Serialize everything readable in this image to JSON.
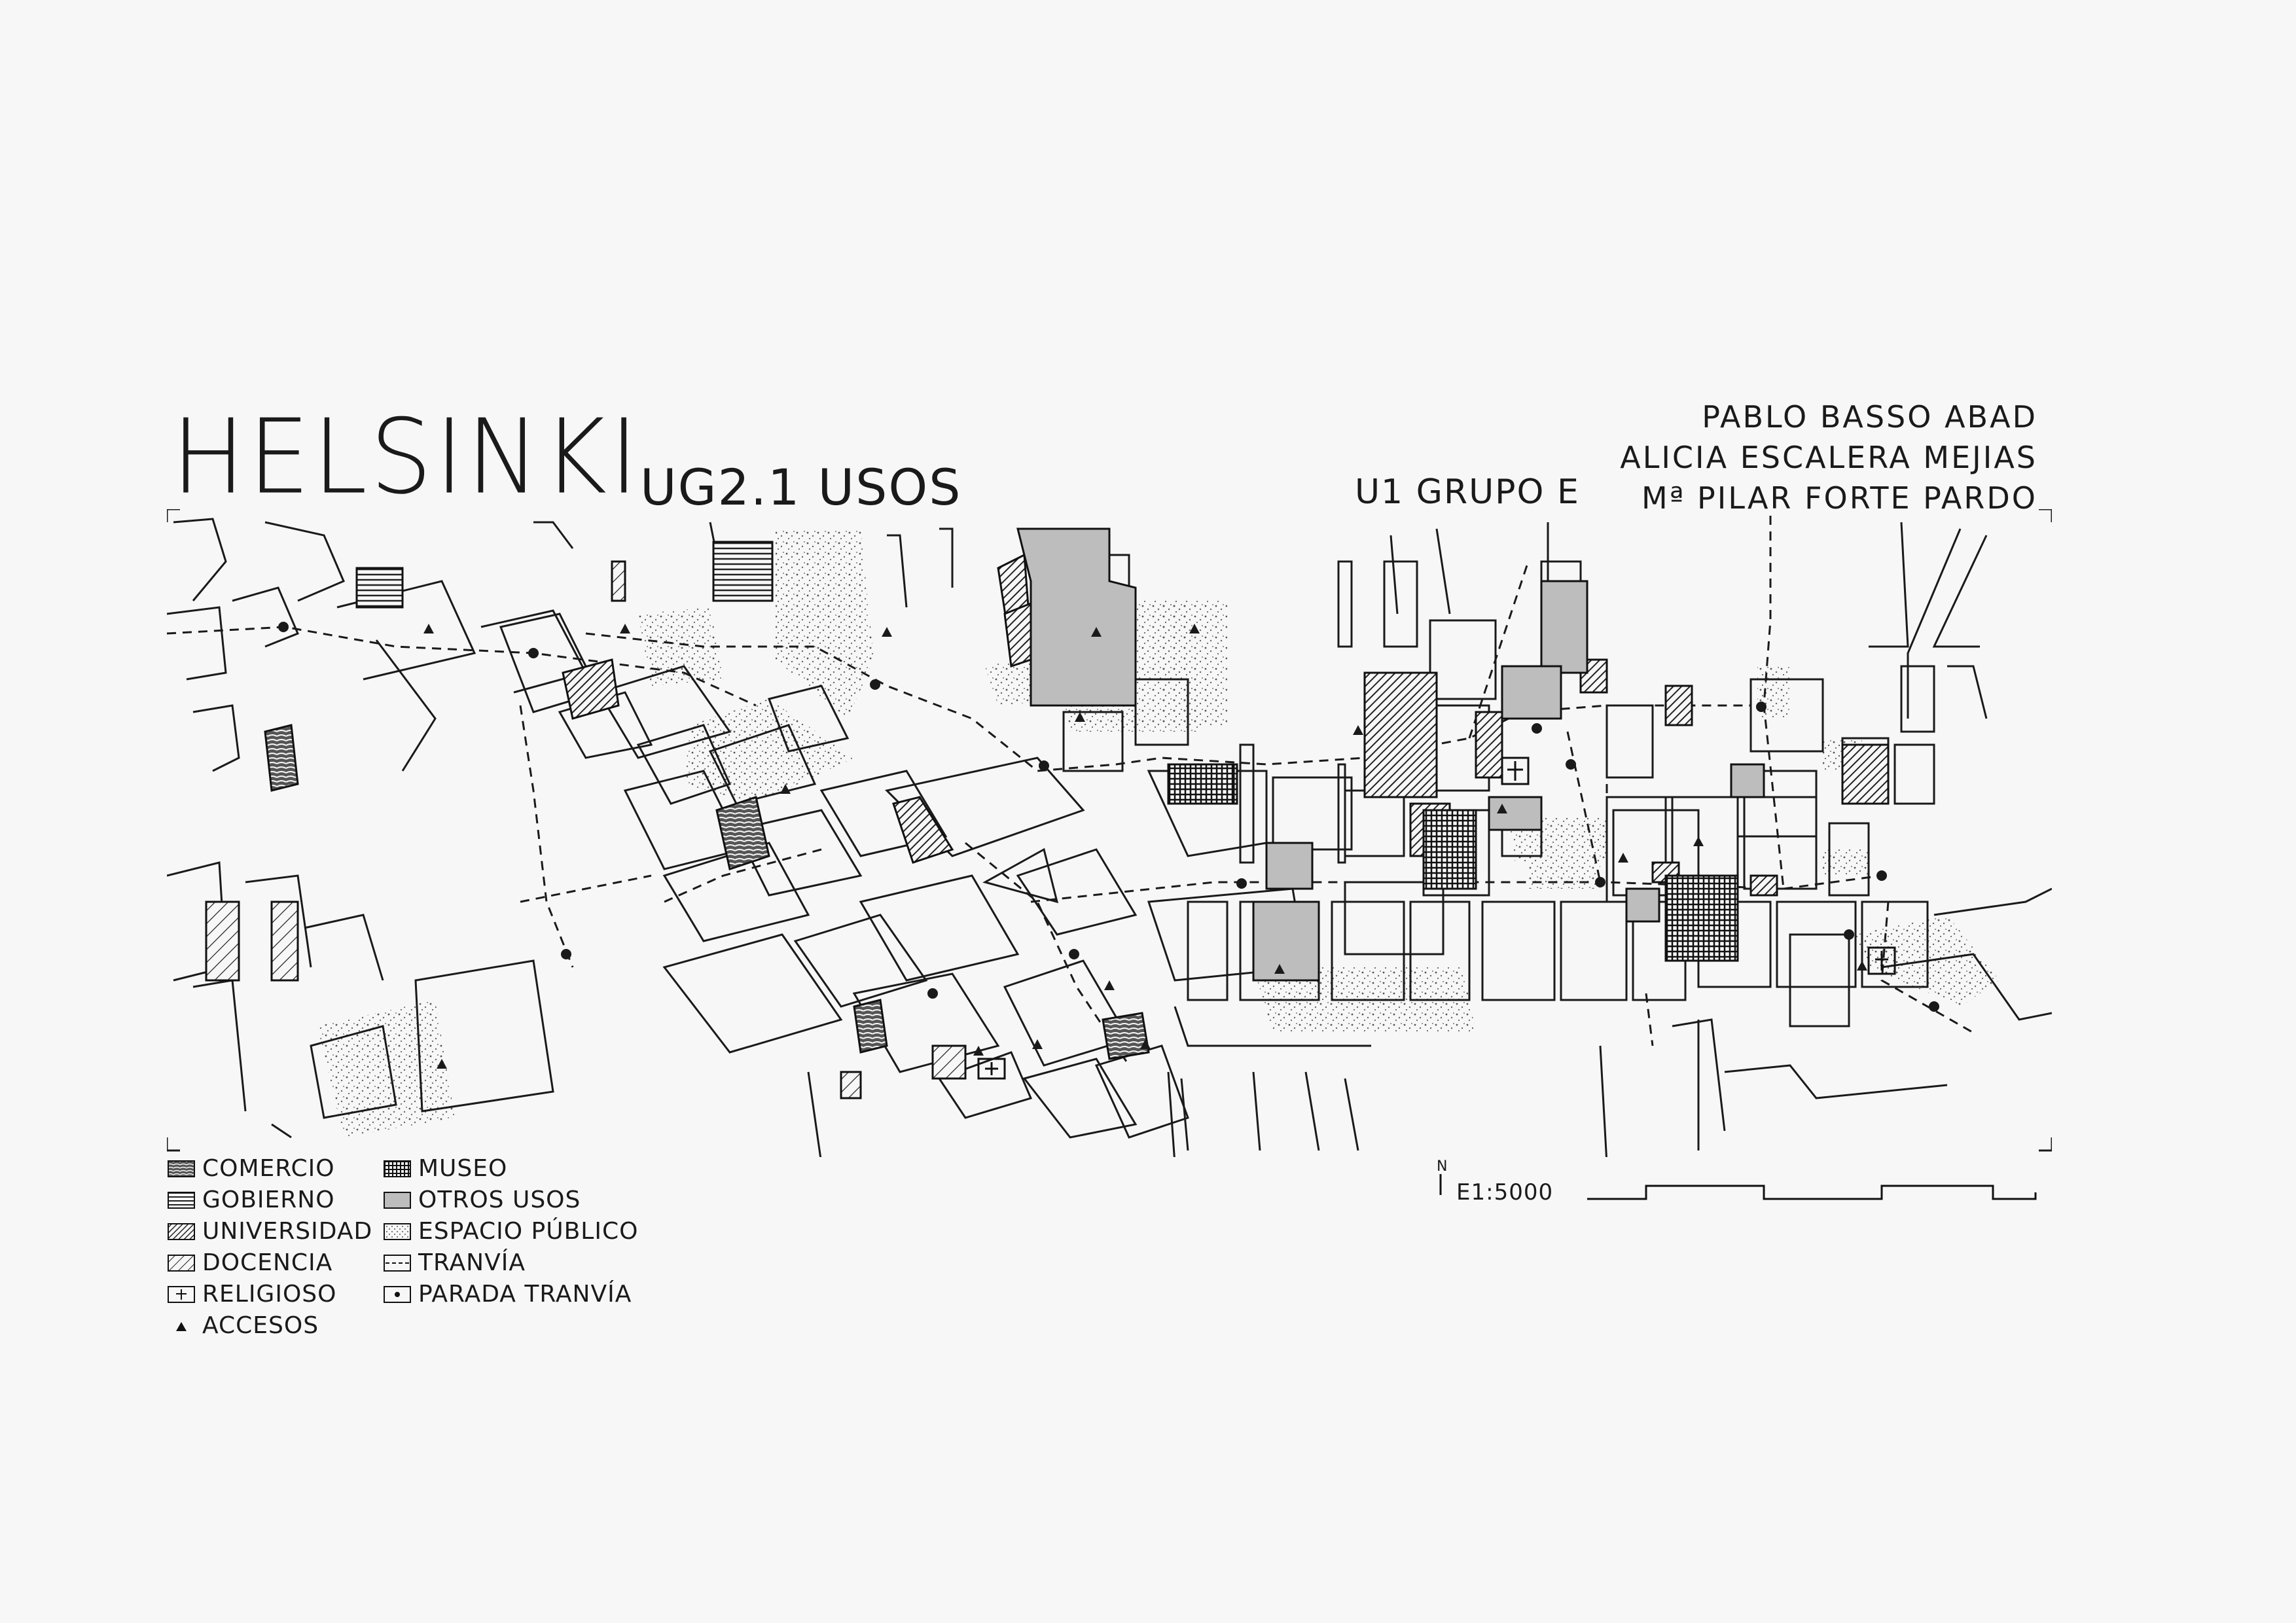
{
  "title": "HELSINKI",
  "subtitle": "UG2.1 USOS",
  "group": "U1 GRUPO E",
  "authors": [
    "PABLO BASSO ABAD",
    "ALICIA ESCALERA MEJIAS",
    "Mª PILAR FORTE PARDO"
  ],
  "legend": {
    "items": [
      {
        "label": "COMERCIO",
        "pattern": "comercio-swatch"
      },
      {
        "label": "GOBIERNO",
        "pattern": "gobierno-swatch"
      },
      {
        "label": "UNIVERSIDAD",
        "pattern": "universidad-swatch"
      },
      {
        "label": "DOCENCIA",
        "pattern": "docencia-swatch"
      },
      {
        "label": "RELIGIOSO",
        "pattern": "religioso-swatch"
      },
      {
        "label": "ACCESOS",
        "pattern": "acceso-triangle-icon"
      },
      {
        "label": "MUSEO",
        "pattern": "museo-swatch"
      },
      {
        "label": "OTROS USOS",
        "pattern": "otros-usos-swatch"
      },
      {
        "label": "ESPACIO PÚBLICO",
        "pattern": "espacio-publico-swatch"
      },
      {
        "label": "TRANVÍA",
        "pattern": "tranvia-swatch"
      },
      {
        "label": "PARADA TRANVÍA",
        "pattern": "parada-tranvia-swatch"
      }
    ]
  },
  "scale": {
    "north": "N",
    "label": "E1:5000"
  },
  "colors": {
    "ink": "#1a1a1a",
    "paper": "#f7f7f8",
    "otros": "#bdbdbd"
  }
}
